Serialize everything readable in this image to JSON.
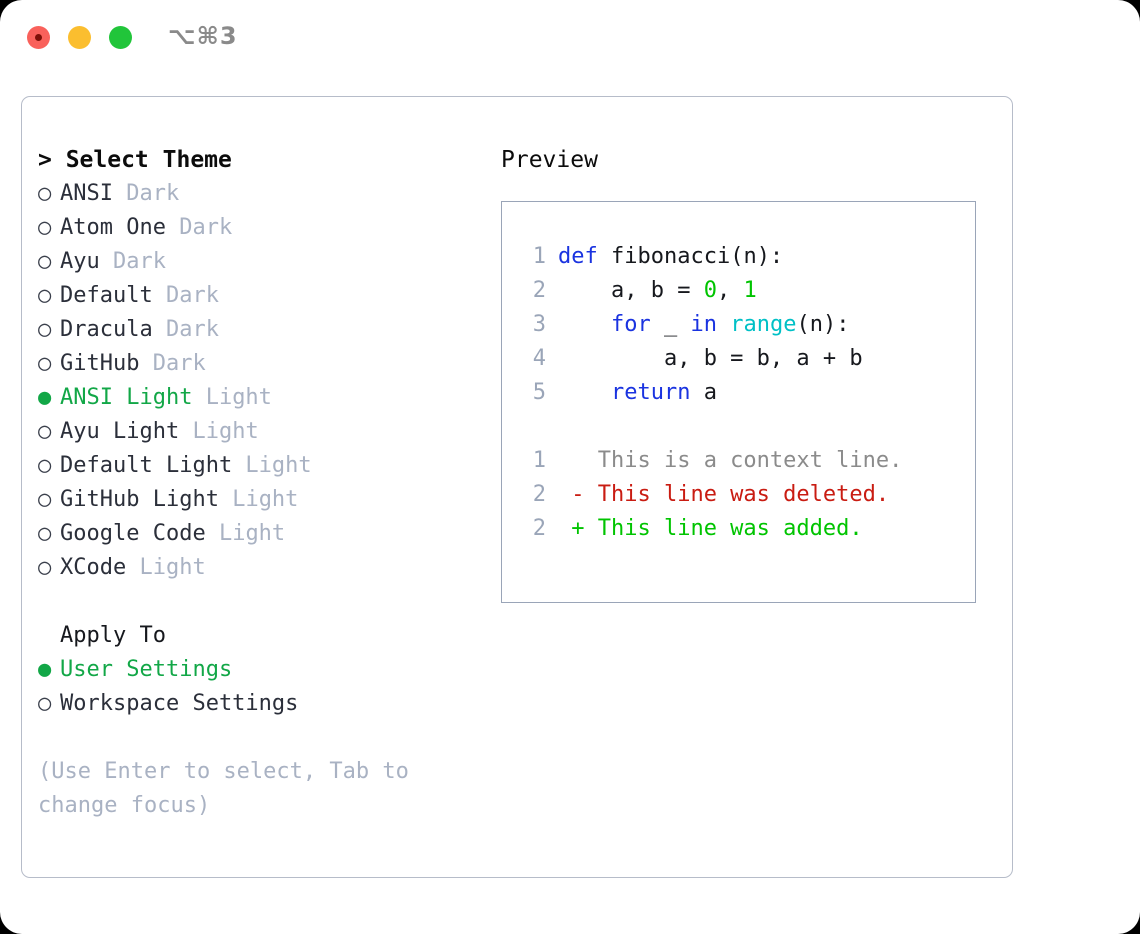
{
  "window": {
    "shortcut": "⌥⌘3",
    "traffic_lights": [
      {
        "name": "close",
        "color": "#f9615b"
      },
      {
        "name": "minimize",
        "color": "#fbbe2f"
      },
      {
        "name": "maximize",
        "color": "#21c53a"
      }
    ]
  },
  "theme_picker": {
    "header": "> Select Theme",
    "selected_bullet": "●",
    "unselected_bullet": "○",
    "items": [
      {
        "name": "ANSI",
        "tag": "Dark",
        "selected": false
      },
      {
        "name": "Atom One",
        "tag": "Dark",
        "selected": false
      },
      {
        "name": "Ayu",
        "tag": "Dark",
        "selected": false
      },
      {
        "name": "Default",
        "tag": "Dark",
        "selected": false
      },
      {
        "name": "Dracula",
        "tag": "Dark",
        "selected": false
      },
      {
        "name": "GitHub",
        "tag": "Dark",
        "selected": false
      },
      {
        "name": "ANSI Light",
        "tag": "Light",
        "selected": true
      },
      {
        "name": "Ayu Light",
        "tag": "Light",
        "selected": false
      },
      {
        "name": "Default Light",
        "tag": "Light",
        "selected": false
      },
      {
        "name": "GitHub Light",
        "tag": "Light",
        "selected": false
      },
      {
        "name": "Google Code",
        "tag": "Light",
        "selected": false
      },
      {
        "name": "XCode",
        "tag": "Light",
        "selected": false
      }
    ]
  },
  "apply_to": {
    "header": "Apply To",
    "items": [
      {
        "name": "User Settings",
        "selected": true
      },
      {
        "name": "Workspace Settings",
        "selected": false
      }
    ]
  },
  "hint": "(Use Enter to select, Tab to change focus)",
  "preview": {
    "title": "Preview",
    "code_lines": [
      {
        "no": "1",
        "tokens": [
          {
            "t": "def",
            "c": "tok-kw"
          },
          {
            "t": " fibonacci(n):",
            "c": "tok-plain"
          }
        ]
      },
      {
        "no": "2",
        "tokens": [
          {
            "t": "    a, b = ",
            "c": "tok-plain"
          },
          {
            "t": "0",
            "c": "tok-num"
          },
          {
            "t": ", ",
            "c": "tok-plain"
          },
          {
            "t": "1",
            "c": "tok-num"
          }
        ]
      },
      {
        "no": "3",
        "tokens": [
          {
            "t": "    ",
            "c": "tok-plain"
          },
          {
            "t": "for",
            "c": "tok-kw"
          },
          {
            "t": " _ ",
            "c": "tok-plain"
          },
          {
            "t": "in",
            "c": "tok-kw"
          },
          {
            "t": " ",
            "c": "tok-plain"
          },
          {
            "t": "range",
            "c": "tok-fn"
          },
          {
            "t": "(n):",
            "c": "tok-plain"
          }
        ]
      },
      {
        "no": "4",
        "tokens": [
          {
            "t": "        a, b = b, a + b",
            "c": "tok-plain"
          }
        ]
      },
      {
        "no": "5",
        "tokens": [
          {
            "t": "    ",
            "c": "tok-plain"
          },
          {
            "t": "return",
            "c": "tok-kw"
          },
          {
            "t": " a",
            "c": "tok-plain"
          }
        ]
      }
    ],
    "diff_lines": [
      {
        "no": "1",
        "marker": "  ",
        "text": "This is a context line.",
        "kind": "diff-ctx"
      },
      {
        "no": "2",
        "marker": "- ",
        "text": "This line was deleted.",
        "kind": "diff-del"
      },
      {
        "no": "2",
        "marker": "+ ",
        "text": "This line was added.",
        "kind": "diff-add"
      }
    ]
  },
  "colors": {
    "accent_green": "#12a747",
    "keyword_blue": "#1a33e0",
    "function_cyan": "#00c0c6",
    "number_green": "#00c400",
    "diff_delete_red": "#c91c12",
    "diff_add_green": "#00c400",
    "muted_gray": "#a9b2c3",
    "border_gray": "#9aa5b8"
  }
}
